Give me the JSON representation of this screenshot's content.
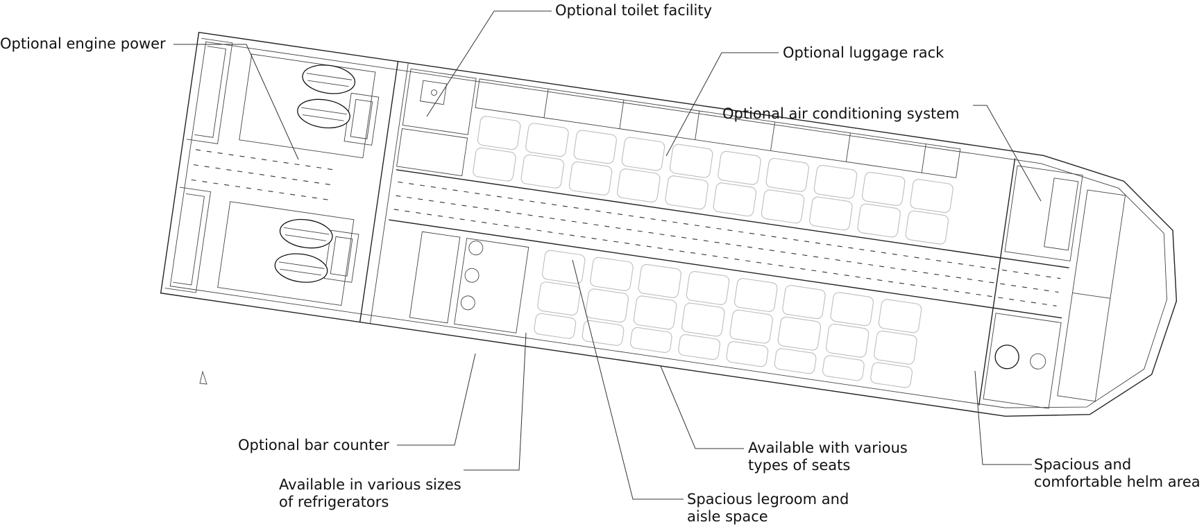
{
  "labels": {
    "toilet": "Optional toilet facility",
    "engine": "Optional engine power",
    "luggage": "Optional luggage rack",
    "aircon": "Optional air conditioning system",
    "bar": "Optional bar counter",
    "fridge_1": "Available in various sizes",
    "fridge_2": "of refrigerators",
    "seats_1": "Available with various",
    "seats_2": "types of seats",
    "legroom_1": "Spacious legroom and",
    "legroom_2": "aisle space",
    "helm_1": "Spacious and",
    "helm_2": "comfortable helm area"
  },
  "colors": {
    "line": "#222222",
    "seat_outline": "#bdbdbd",
    "text": "#111111"
  }
}
